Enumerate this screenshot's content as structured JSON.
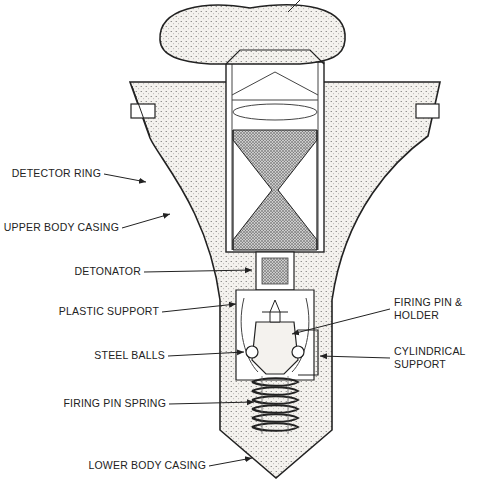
{
  "diagram": {
    "labels": [
      "DETECTOR RING",
      "UPPER BODY CASING",
      "DETONATOR",
      "PLASTIC SUPPORT",
      "STEEL BALLS",
      "FIRING PIN SPRING",
      "LOWER BODY CASING",
      "FIRING PIN & HOLDER",
      "CYLINDRICAL SUPPORT"
    ]
  }
}
